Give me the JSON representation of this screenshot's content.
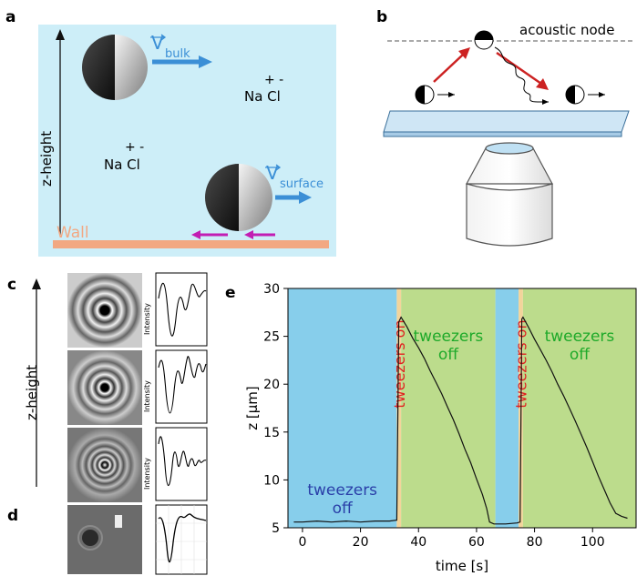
{
  "panels": {
    "a": {
      "label": "a",
      "zheight": "z-height",
      "v_bulk_v": "V",
      "v_bulk_sub": "bulk",
      "v_surface_v": "V",
      "v_surface_sub": "surface",
      "ion1_charges": "+   -",
      "ion1_text": "Na  Cl",
      "ion2_charges": "+   -",
      "ion2_text": "Na  Cl",
      "wall": "Wall",
      "colors": {
        "bg": "#cdeef8",
        "wall": "#f2a882",
        "arrow_blue": "#3b8fd6",
        "arrow_magenta": "#c21eb3"
      }
    },
    "b": {
      "label": "b",
      "node": "acoustic node",
      "colors": {
        "arrow_red": "#cc2222",
        "slide": "#cfe6f5"
      }
    },
    "c": {
      "label": "c",
      "zheight": "z-height",
      "intensity": "Intensity"
    },
    "d": {
      "label": "d"
    },
    "e": {
      "label": "e"
    }
  },
  "chart_data": {
    "type": "line",
    "xlabel": "time [s]",
    "ylabel": "z [μm]",
    "xlim": [
      -5,
      115
    ],
    "ylim": [
      5,
      30
    ],
    "xticks": [
      "0",
      "20",
      "40",
      "60",
      "80",
      "100"
    ],
    "yticks": [
      "5",
      "10",
      "15",
      "20",
      "25",
      "30"
    ],
    "regions": [
      {
        "from": -5,
        "to": 32.5,
        "color": "#87ceeb",
        "text": [
          "tweezers",
          "off"
        ],
        "text_color": "#2a3fa8"
      },
      {
        "from": 32.5,
        "to": 34,
        "color": "#f3d49b",
        "text": [
          "tweezers on"
        ],
        "text_color": "#e02020"
      },
      {
        "from": 34,
        "to": 66.5,
        "color": "#bcdc8c",
        "text": [
          "tweezers",
          "off"
        ],
        "text_color": "#1faa2a"
      },
      {
        "from": 66.5,
        "to": 74.5,
        "color": "#87ceeb",
        "text": [],
        "text_color": "#2a3fa8"
      },
      {
        "from": 74.5,
        "to": 76,
        "color": "#f3d49b",
        "text": [
          "tweezers on"
        ],
        "text_color": "#e02020"
      },
      {
        "from": 76,
        "to": 115,
        "color": "#bcdc8c",
        "text": [
          "tweezers",
          "off"
        ],
        "text_color": "#1faa2a"
      }
    ],
    "series": [
      {
        "x": [
          -3,
          0,
          5,
          10,
          15,
          20,
          25,
          30,
          32.5,
          33.2,
          34,
          36,
          38,
          40,
          42,
          44,
          46,
          48,
          50,
          52,
          54,
          56,
          58,
          60,
          62,
          63.5,
          64.5,
          66,
          70,
          74,
          75,
          75.6,
          76,
          78,
          80,
          82,
          84,
          86,
          88,
          90,
          92,
          94,
          96,
          98,
          100,
          102,
          104,
          106,
          108,
          110,
          112
        ],
        "y": [
          5.6,
          5.6,
          5.7,
          5.6,
          5.7,
          5.6,
          5.7,
          5.7,
          5.8,
          26.5,
          27.0,
          26.0,
          24.8,
          23.8,
          22.7,
          21.4,
          20.2,
          19.0,
          17.6,
          16.3,
          14.8,
          13.2,
          11.8,
          10.1,
          8.5,
          7.0,
          5.6,
          5.4,
          5.4,
          5.5,
          5.6,
          26.8,
          27.0,
          25.9,
          24.7,
          23.6,
          22.5,
          21.3,
          20.0,
          18.8,
          17.5,
          16.2,
          14.8,
          13.4,
          11.9,
          10.4,
          9.0,
          7.6,
          6.5,
          6.2,
          6.0
        ]
      }
    ]
  }
}
